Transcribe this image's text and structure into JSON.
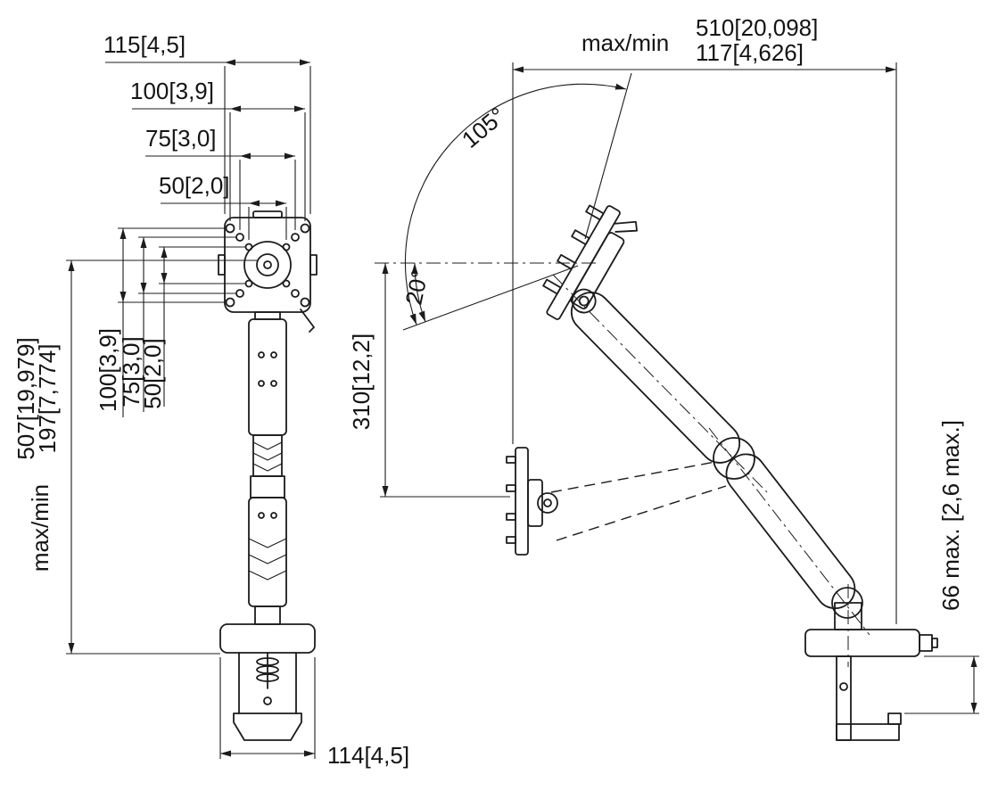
{
  "colors": {
    "line": "#1c1c1c",
    "background": "#ffffff"
  },
  "front_view": {
    "width_dims": {
      "d115": "115[4,5]",
      "d100": "100[3,9]",
      "d75": "75[3,0]",
      "d50": "50[2,0]"
    },
    "height_dim": {
      "label": "max/min",
      "max": "507[19,979]",
      "min": "197[7,774]"
    },
    "vesa_vertical_dims": {
      "d100": "100[3,9]",
      "d75": "75[3,0]",
      "d50": "50[2,0]"
    },
    "base_width_dim": "114[4,5]"
  },
  "side_view": {
    "reach_dim": {
      "label": "max/min",
      "max": "510[20,098]",
      "min": "117[4,626]"
    },
    "pan_angle": "105°",
    "tilt_angle": "20°",
    "drop_dim": "310[12,2]",
    "clamp_thickness_dim": "66 max. [2,6 max.]"
  }
}
